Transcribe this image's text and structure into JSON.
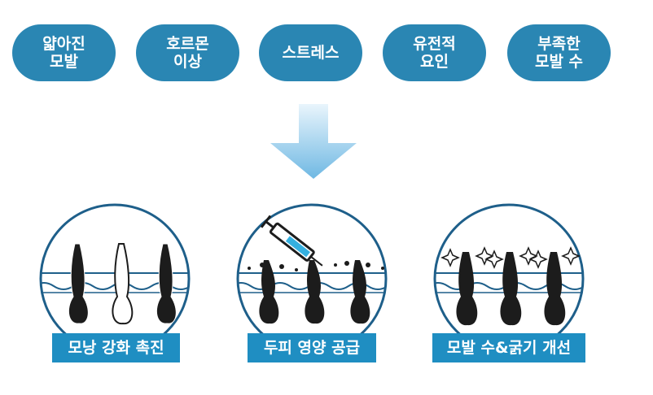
{
  "causes": [
    {
      "line1": "얇아진",
      "line2": "모발"
    },
    {
      "line1": "호르몬",
      "line2": "이상"
    },
    {
      "line1": "스트레스",
      "line2": ""
    },
    {
      "line1": "유전적",
      "line2": "요인"
    },
    {
      "line1": "부족한",
      "line2": "모발 수"
    }
  ],
  "effects": [
    {
      "label": "모낭 강화 촉진"
    },
    {
      "label": "두피 영양 공급"
    },
    {
      "label": "모발 수&굵기 개선"
    }
  ],
  "colors": {
    "pill": "#2a86b3",
    "label": "#1f8ec2",
    "arrow": "#7fc1e6",
    "circle_stroke": "#1e5f8a",
    "hair": "#1c1c1c"
  }
}
